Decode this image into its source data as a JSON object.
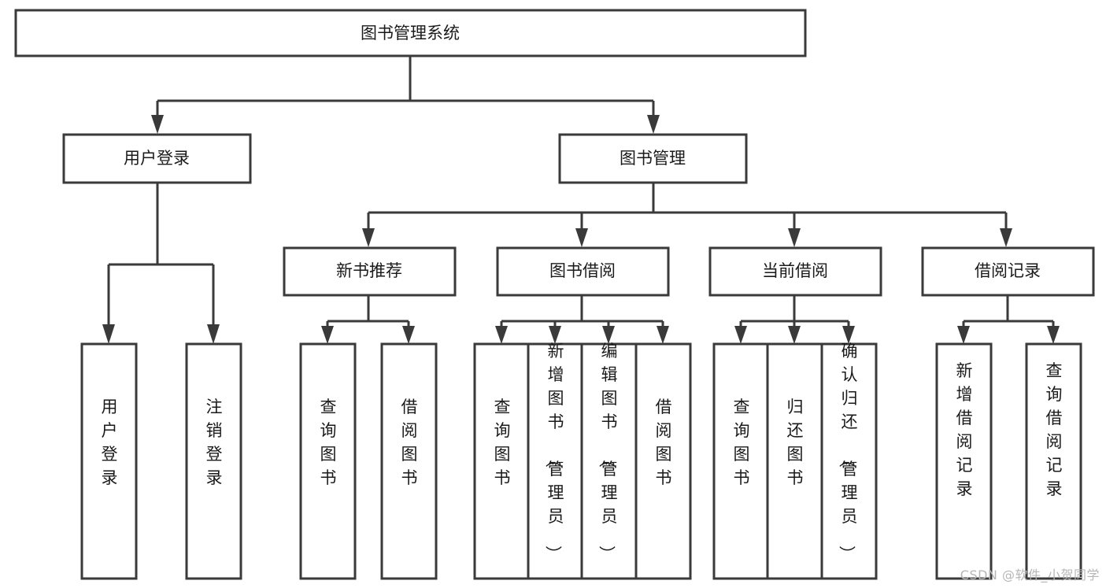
{
  "diagram": {
    "title": "图书管理系统",
    "watermark": "CSDN @软件_小贺同学",
    "colors": {
      "stroke": "#3a3a3a",
      "fill": "#ffffff",
      "text": "#1a1a1a",
      "watermark": "#b6b6b6"
    },
    "root": {
      "label": "图书管理系统"
    },
    "level2": [
      {
        "label": "用户登录"
      },
      {
        "label": "图书管理"
      }
    ],
    "level3": [
      {
        "label": "新书推荐"
      },
      {
        "label": "图书借阅"
      },
      {
        "label": "当前借阅"
      },
      {
        "label": "借阅记录"
      }
    ],
    "leaves": {
      "user_login": [
        {
          "label": "用户登录"
        },
        {
          "label": "注销登录"
        }
      ],
      "new_book": [
        {
          "label": "查询图书"
        },
        {
          "label": "借阅图书"
        }
      ],
      "book_borrow": [
        {
          "label": "查询图书"
        },
        {
          "label": "新增图书（管理员）"
        },
        {
          "label": "编辑图书（管理员）"
        },
        {
          "label": "借阅图书"
        }
      ],
      "current_borrow": [
        {
          "label": "查询图书"
        },
        {
          "label": "归还图书"
        },
        {
          "label": "确认归还（管理员）"
        }
      ],
      "borrow_record": [
        {
          "label": "新增借阅记录"
        },
        {
          "label": "查询借阅记录"
        }
      ]
    }
  }
}
